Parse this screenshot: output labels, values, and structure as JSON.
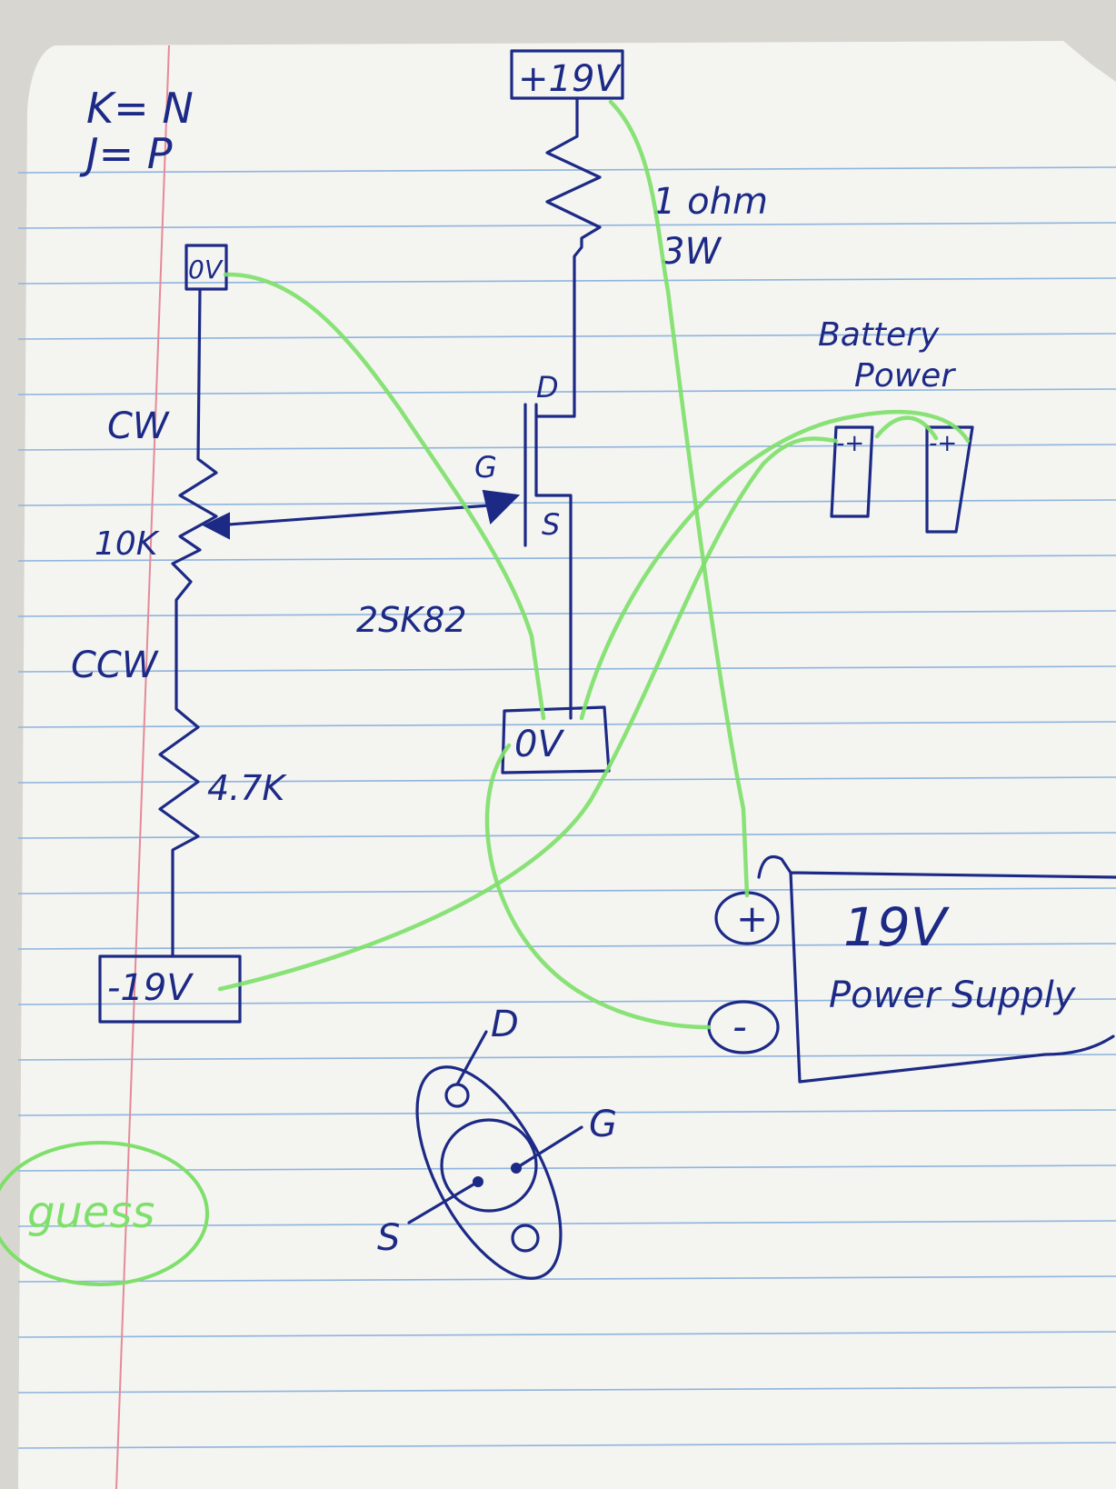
{
  "legend": {
    "line1": "K= N",
    "line2": "J= P"
  },
  "top_supply": "+19V",
  "drain_resistor": {
    "value": "1 ohm",
    "power": "3W"
  },
  "pot_top_terminal": "0V",
  "pot": {
    "cw": "CW",
    "value": "10K",
    "ccw": "CCW"
  },
  "fixed_resistor": "4.7K",
  "bottom_supply": "-19V",
  "transistor": {
    "drain": "D",
    "gate": "G",
    "source": "S",
    "part": "2SK82"
  },
  "ground_terminal": "0V",
  "battery": {
    "label_line1": "Battery",
    "label_line2": "Power",
    "cell_polarity": "-+"
  },
  "power_supply": {
    "plus": "+",
    "minus": "-",
    "voltage": "19V",
    "label": "Power Supply"
  },
  "pinout": {
    "d": "D",
    "g": "G",
    "s": "S"
  },
  "note": "guess",
  "colors": {
    "ink": "#1c2a86",
    "highlighter": "#7ee06a",
    "ruled_line": "#8fb4dd",
    "margin": "#e58a98"
  }
}
